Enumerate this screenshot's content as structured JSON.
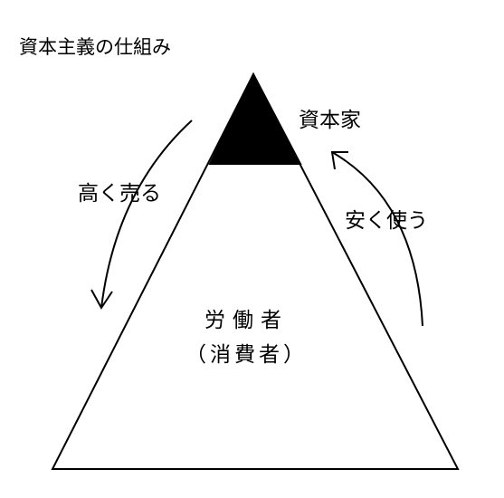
{
  "title": "資本主義の仕組み",
  "tiers": {
    "top": "資本家",
    "bottom_line1": "労働者",
    "bottom_line2": "（消費者）"
  },
  "arrows": {
    "left": "高く売る",
    "right": "安く使う"
  },
  "colors": {
    "ink": "#000000",
    "background": "#ffffff"
  }
}
